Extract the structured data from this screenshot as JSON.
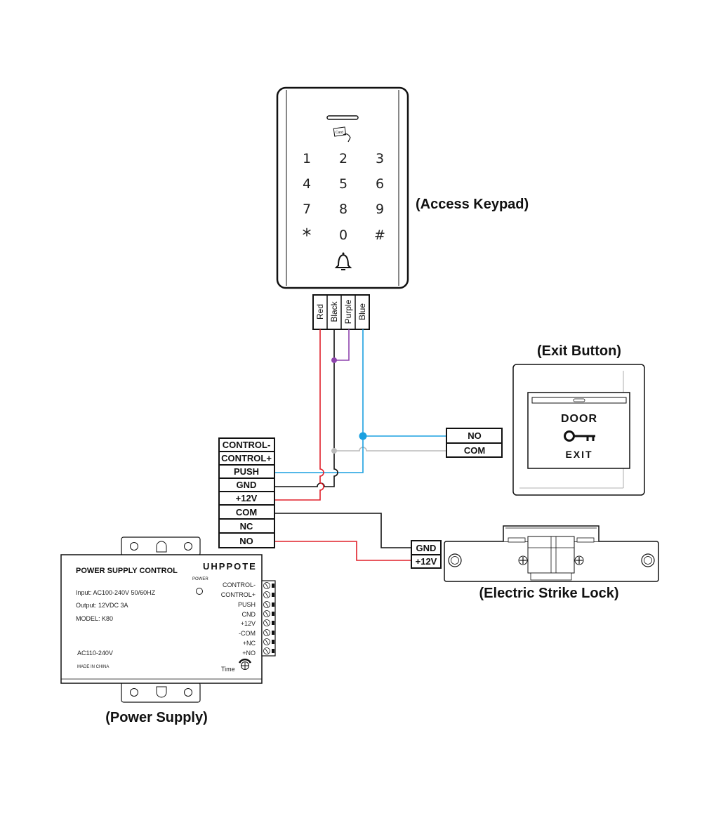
{
  "labels": {
    "keypad": "(Access Keypad)",
    "exit_button": "(Exit Button)",
    "strike_lock": "(Electric Strike Lock)",
    "power_supply": "(Power Supply)"
  },
  "keypad": {
    "card_text": "Card",
    "keys": [
      "1",
      "2",
      "3",
      "4",
      "5",
      "6",
      "7",
      "8",
      "9",
      "*",
      "0",
      "#"
    ]
  },
  "wires": [
    {
      "name": "Red",
      "color": "#e0202a"
    },
    {
      "name": "Black",
      "color": "#111111"
    },
    {
      "name": "Purple",
      "color": "#8e44ad"
    },
    {
      "name": "Blue",
      "color": "#1aa0e0"
    }
  ],
  "controller_terminals": [
    "CONTROL-",
    "CONTROL+",
    "PUSH",
    "GND",
    "+12V",
    "COM",
    "NC",
    "NO"
  ],
  "exit_terminals": [
    "NO",
    "COM"
  ],
  "exit_plate": {
    "top": "DOOR",
    "bottom": "EXIT"
  },
  "lock_terminals": [
    "GND",
    "+12V"
  ],
  "power_supply": {
    "title": "POWER SUPPLY CONTROL",
    "brand": "UHPPOTE",
    "power_label": "POWER",
    "input": "Input: AC100-240V 50/60HZ",
    "output": "Output: 12VDC 3A",
    "model": "MODEL: K80",
    "ac": "AC110-240V",
    "made_in": "MADE IN CHINA",
    "time": "Time",
    "terminals": [
      "CONTROL-",
      "CONTROL+",
      "PUSH",
      "CND",
      "+12V",
      "-COM",
      "+NC",
      "+NO"
    ]
  },
  "colors": {
    "red": "#e0202a",
    "black": "#111111",
    "purple": "#8e44ad",
    "blue": "#1aa0e0",
    "gray": "#c0c0c0"
  }
}
